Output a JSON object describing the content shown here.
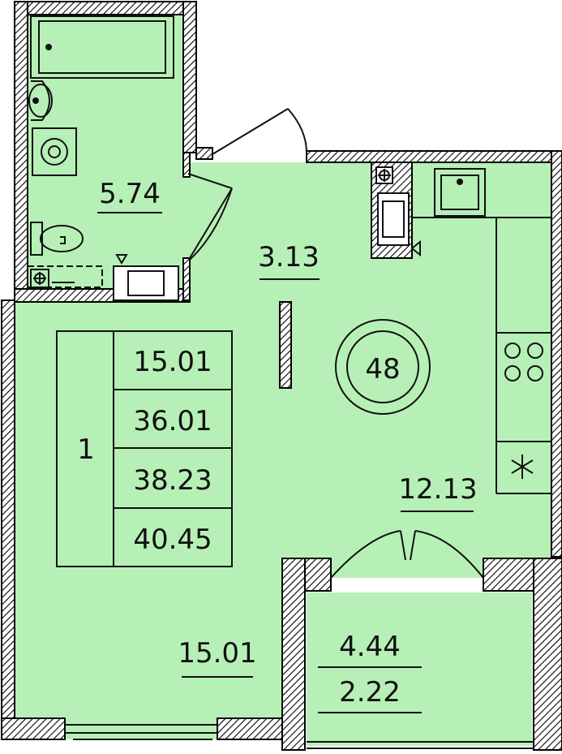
{
  "colors": {
    "floor": "#b7f0b7",
    "wall_hatch": "#000000",
    "line": "#111111"
  },
  "rooms": {
    "bathroom_area": "5.74",
    "hallway_area": "3.13",
    "kitchen_area": "12.13",
    "living_area": "15.01",
    "balcony_area": "4.44",
    "balcony_reduced_area": "2.22"
  },
  "apartment_number": "48",
  "summary_table": {
    "rooms_count": "1",
    "living_area": "15.01",
    "area_without_balcony": "36.01",
    "area_with_reduced_balcony": "38.23",
    "total_area": "40.45"
  },
  "icons": {
    "stove": "stove-icon",
    "sink": "sink-icon",
    "toilet": "toilet-icon",
    "washing_machine": "washing-machine-icon",
    "bathtub": "bathtub-icon",
    "washbasin": "washbasin-icon",
    "fridge": "snowflake-icon"
  }
}
